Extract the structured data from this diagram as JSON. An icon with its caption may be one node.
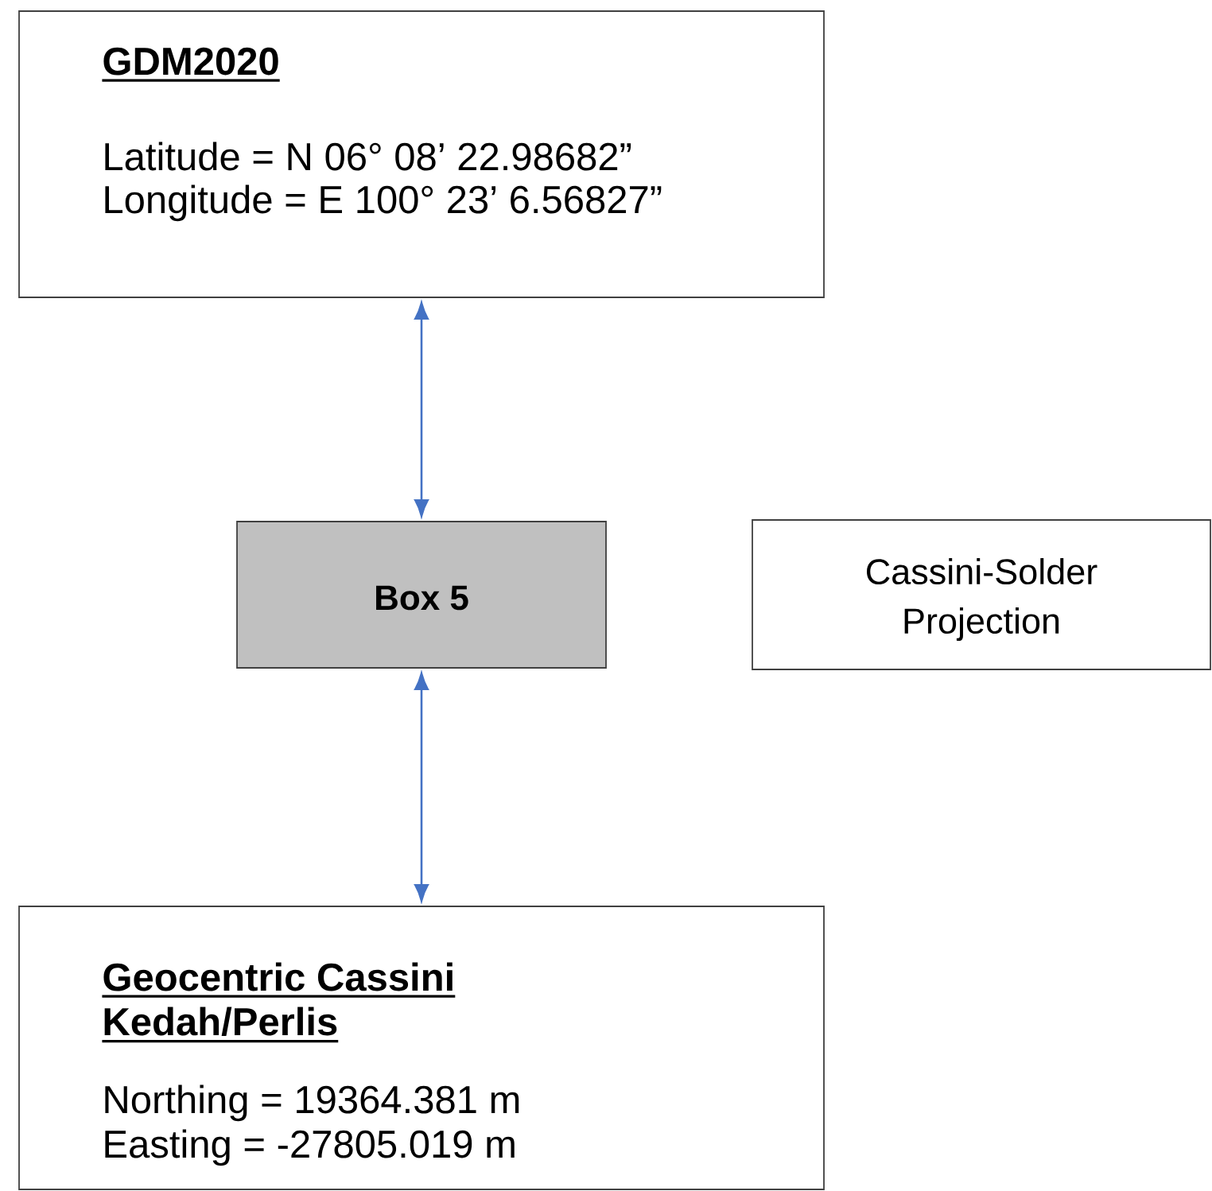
{
  "diagram": {
    "nodes": [
      {
        "text": [
          "GDM2020",
          "Latitude = N 06° 08’ 22.98682”",
          "Longitude = E 100° 23’ 6.56827”"
        ]
      },
      {
        "text": [
          "Box 5"
        ]
      },
      {
        "text": [
          "Cassini-Solder Projection"
        ]
      },
      {
        "text": [
          "Geocentric Cassini Kedah/Perlis",
          "Northing = 19364.381 m",
          "Easting = -27805.019 m"
        ]
      }
    ],
    "edges": [
      {
        "from": 0,
        "to": 1,
        "arrow": "both"
      },
      {
        "from": 1,
        "to": 3,
        "arrow": "both"
      }
    ]
  }
}
